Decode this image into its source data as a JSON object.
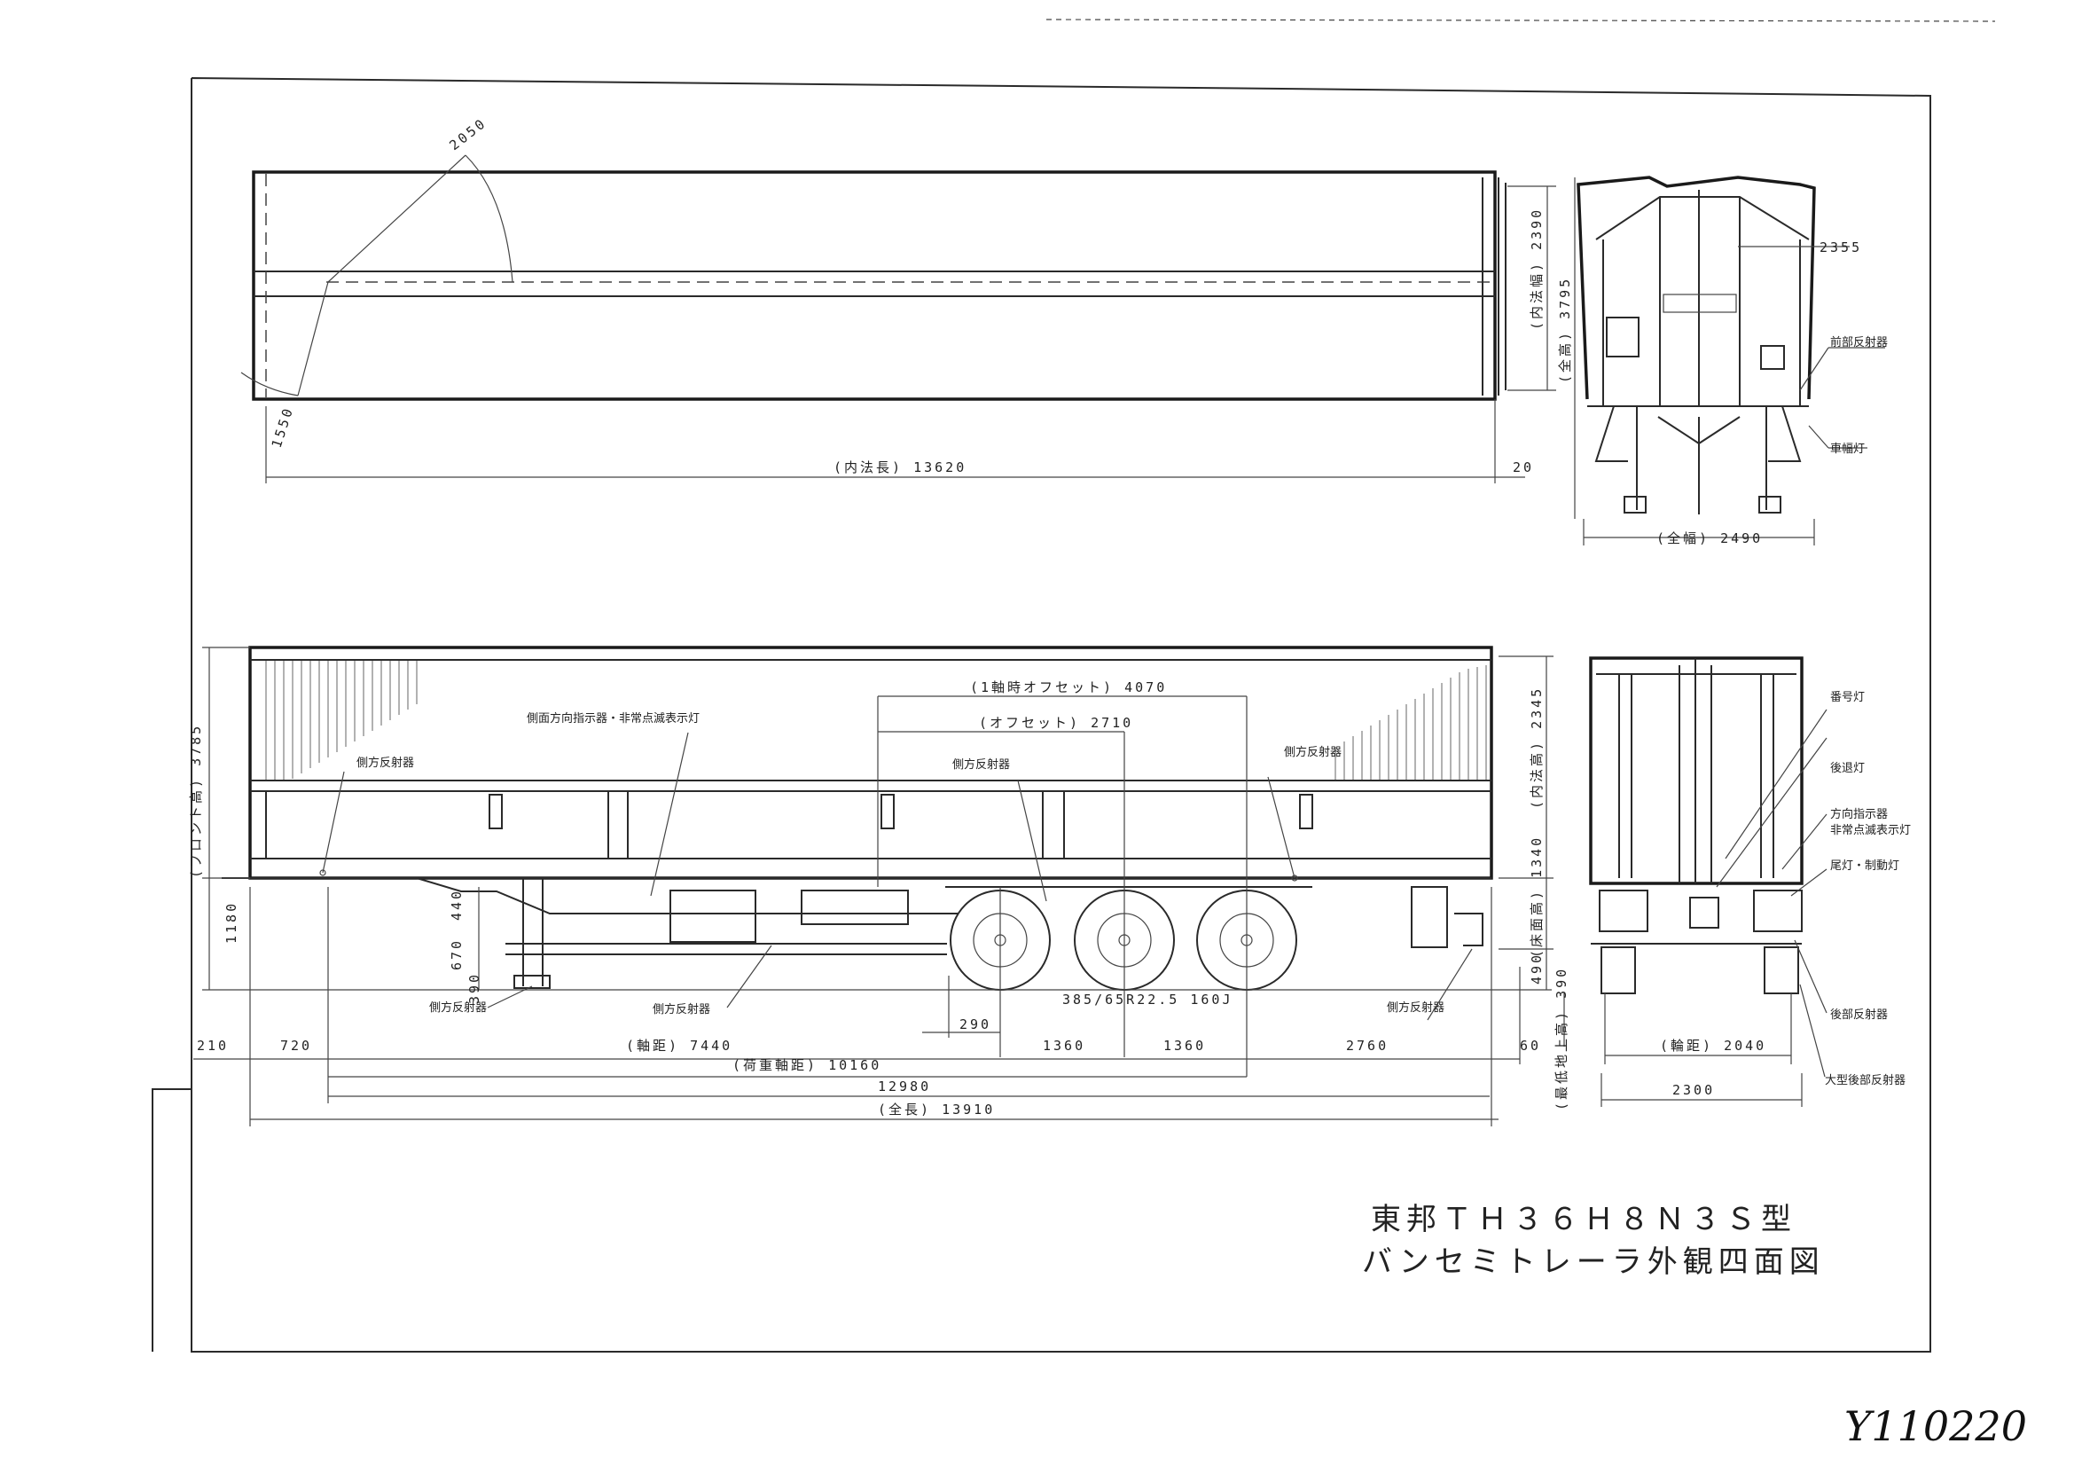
{
  "title": {
    "line1": "東邦ＴＨ３６Ｈ８Ｎ３Ｓ型",
    "line2": "バンセミトレーラ外観四面図"
  },
  "handwritten_code": "Y110220",
  "top_view": {
    "dims": {
      "inner_length": "(内法長) 13620",
      "gap": "20",
      "door_radius": "2050",
      "front_radius": "1550",
      "inner_width": "(内法幅) 2390"
    }
  },
  "front_view": {
    "dims": {
      "overall_height": "(全高) 3795",
      "width_upper": "2355",
      "overall_width": "(全幅) 2490"
    },
    "labels": {
      "front_reflector": "前部反射器",
      "clearance_lamp": "車幅灯"
    }
  },
  "side_view": {
    "dims": {
      "front_height": "(フロント高) 3785",
      "kingpin_height": "1180",
      "d440": "440",
      "d670": "670",
      "d390": "390",
      "inner_height": "(内法高) 2345",
      "floor_height": "(床面高) 1340",
      "d490": "490",
      "offset_1axle": "(1軸時オフセット) 4070",
      "offset": "(オフセット) 2710",
      "tire": "385/65R22.5 160J",
      "d290": "290",
      "front_overhang": "210",
      "d720": "720",
      "wheelbase": "(軸距) 7440",
      "axle_spacing_1": "1360",
      "axle_spacing_2": "1360",
      "rear_overhang": "2760",
      "d60": "60",
      "load_wheelbase": "(荷重軸距) 10160",
      "d12980": "12980",
      "overall_length": "(全長) 13910"
    },
    "labels": {
      "side_turn_signal": "側面方向指示器・非常点滅表示灯",
      "side_reflector_1": "側方反射器",
      "side_reflector_2": "側方反射器",
      "side_reflector_3": "側方反射器",
      "side_reflector_4": "側方反射器",
      "side_reflector_5": "側方反射器",
      "side_reflector_6": "側方反射器"
    }
  },
  "rear_view": {
    "dims": {
      "ground_height": "(最低地上高) 390",
      "track": "(輪距) 2040",
      "rear_width": "2300"
    },
    "labels": {
      "plate_lamp": "番号灯",
      "backup_lamp": "後退灯",
      "turn_signal": "方向指示器",
      "hazard": "非常点滅表示灯",
      "tail_brake": "尾灯・制動灯",
      "rear_reflector": "後部反射器",
      "large_rear_reflector": "大型後部反射器"
    }
  }
}
